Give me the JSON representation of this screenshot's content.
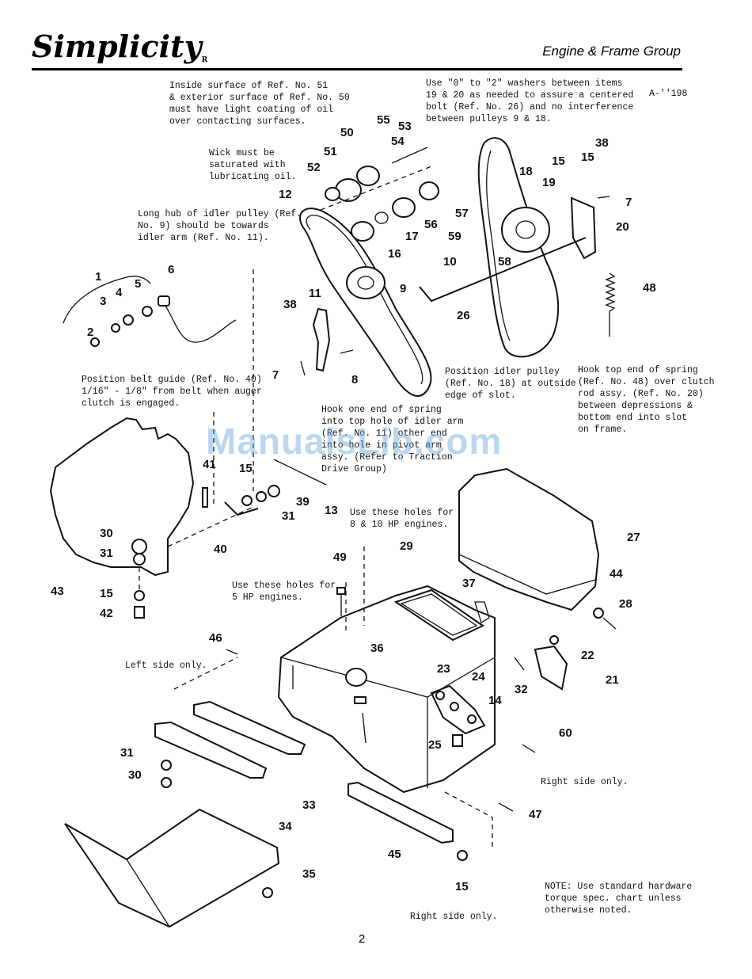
{
  "header": {
    "brand": "Simplicity",
    "section_title": "Engine & Frame Group",
    "figure_code": "A-''198"
  },
  "notes": {
    "coating": "Inside surface of Ref. No. 51\n& exterior surface of Ref. No. 50\nmust have light coating of oil\nover contacting surfaces.",
    "washers": "Use \"0\" to \"2\" washers between items\n19 & 20 as needed to assure a centered\nbolt (Ref. No. 26) and no interference\nbetween pulleys 9 & 18.",
    "wick": "Wick must be\nsaturated with\nlubricating oil.",
    "long_hub": "Long hub of idler pulley (Ref.\nNo. 9) should be towards\nidler arm (Ref. No. 11).",
    "belt_guide": "Position belt guide (Ref. No. 40)\n1/16\" - 1/8\" from belt when auger\nclutch is engaged.",
    "hook_spring": "Hook one end of spring\ninto top hole of idler arm\n(Ref. No. 11) other end\ninto hole in pivot arm\nassy. (Refer to Traction\nDrive Group)",
    "position_idler": "Position idler pulley\n(Ref. No. 18) at outside\nedge of slot.",
    "hook_top": "Hook top end of spring\n(Ref. No. 48) over clutch\nrod assy. (Ref. No. 20)\nbetween depressions &\nbottom end into slot\non frame.",
    "holes_8_10": "Use these holes for\n8 & 10 HP engines.",
    "holes_5": "Use these holes for\n5 HP engines.",
    "left_side": "Left side only.",
    "right_side_1": "Right side only.",
    "right_side_2": "Right side only.",
    "torque": "NOTE: Use standard hardware\ntorque spec. chart unless\notherwise noted."
  },
  "callouts": [
    "1",
    "2",
    "3",
    "4",
    "5",
    "6",
    "7",
    "7",
    "8",
    "9",
    "10",
    "11",
    "12",
    "13",
    "14",
    "15",
    "15",
    "15",
    "15",
    "15",
    "16",
    "17",
    "18",
    "19",
    "20",
    "21",
    "22",
    "23",
    "24",
    "25",
    "26",
    "27",
    "28",
    "29",
    "30",
    "30",
    "31",
    "31",
    "31",
    "32",
    "33",
    "34",
    "35",
    "36",
    "37",
    "38",
    "38",
    "39",
    "40",
    "41",
    "42",
    "43",
    "44",
    "45",
    "46",
    "47",
    "48",
    "49",
    "50",
    "51",
    "52",
    "53",
    "54",
    "55",
    "56",
    "57",
    "58",
    "59",
    "60"
  ],
  "page_number": "2",
  "watermark": "ManualsLib.com"
}
